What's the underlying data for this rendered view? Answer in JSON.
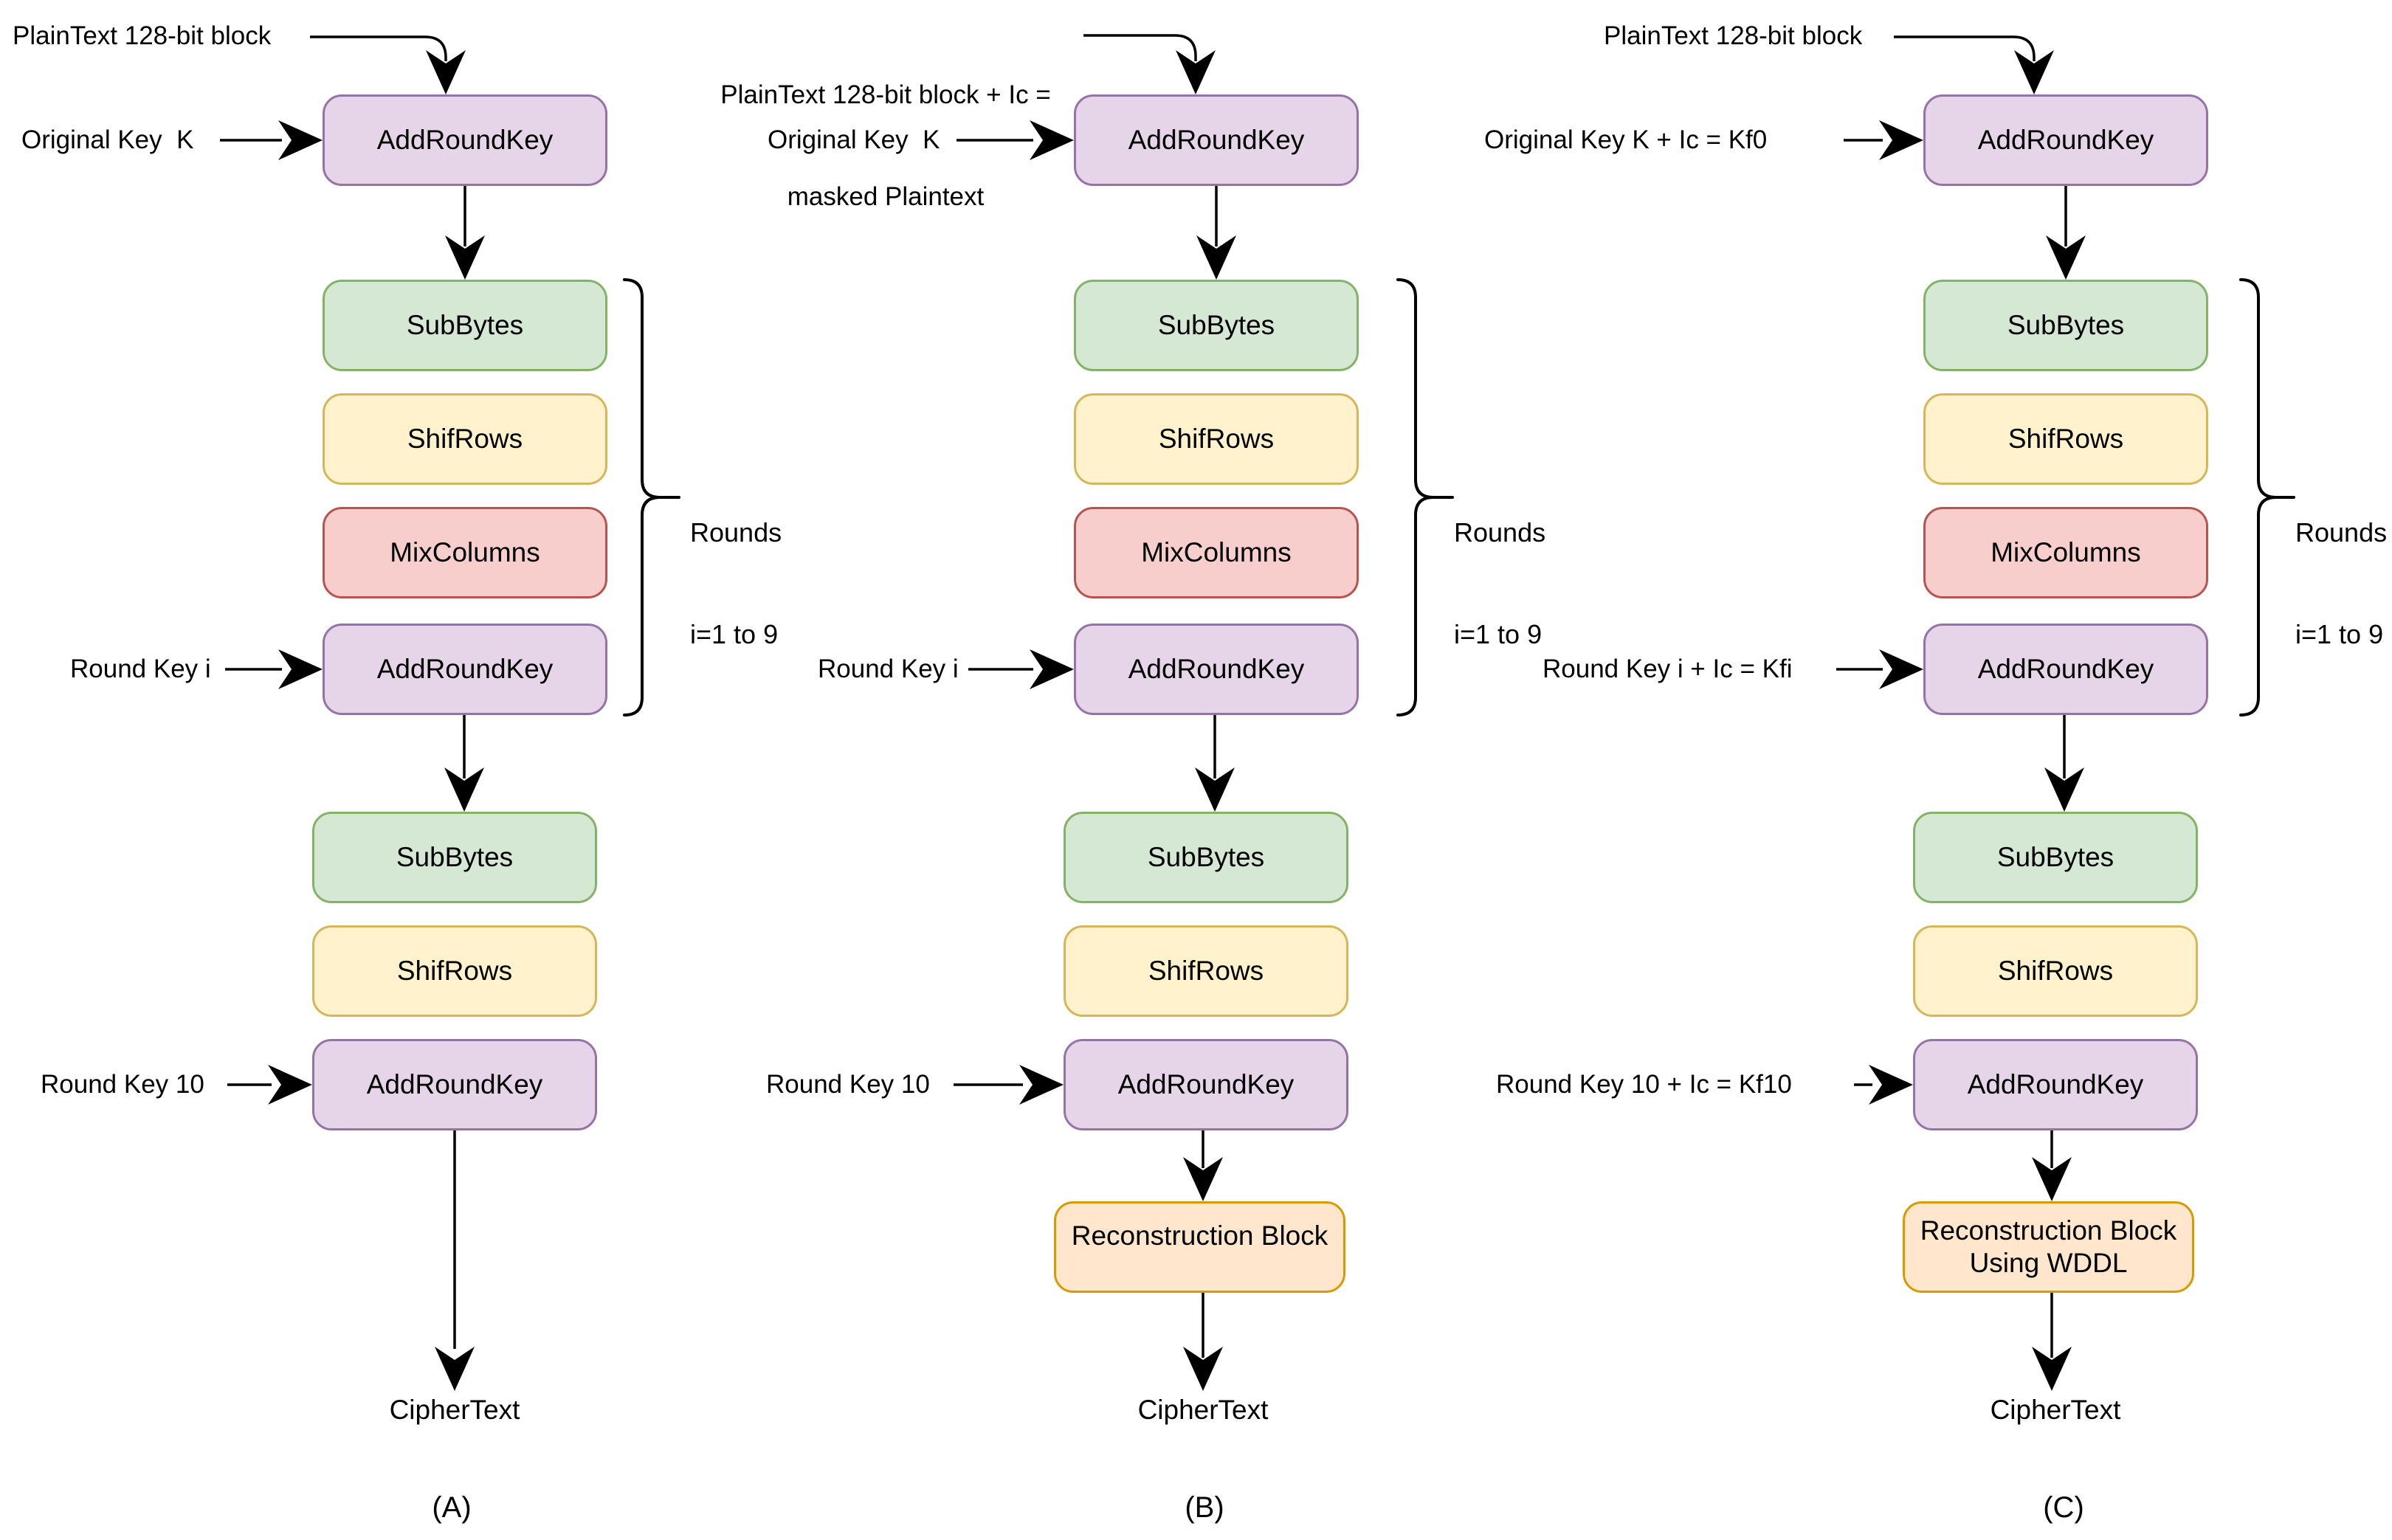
{
  "colors": {
    "add_round_key_fill": "#E6D5E8",
    "add_round_key_border": "#9673A6",
    "sub_bytes_fill": "#D5E8D4",
    "sub_bytes_border": "#82B366",
    "shift_rows_fill": "#FFF2CC",
    "shift_rows_border": "#D6B656",
    "mix_columns_fill": "#F8CECC",
    "mix_columns_border": "#B85450",
    "reconstruction_fill": "#FFE6CC",
    "reconstruction_border": "#D79B00",
    "arrow": "#000000"
  },
  "columns": {
    "a": {
      "caption": "(A)",
      "plaintext_label": "PlainText 128-bit block",
      "original_key_label": "Original Key  K",
      "round_key_i_label": "Round Key i",
      "round_key_10_label": "Round Key 10",
      "output_label": "CipherText",
      "rounds_label_line1": "Rounds",
      "rounds_label_line2": "i=1 to 9",
      "boxes": {
        "add_round_key_1": "AddRoundKey",
        "sub_bytes_1": "SubBytes",
        "shift_rows_1": "ShifRows",
        "mix_columns": "MixColumns",
        "add_round_key_2": "AddRoundKey",
        "sub_bytes_2": "SubBytes",
        "shift_rows_2": "ShifRows",
        "add_round_key_3": "AddRoundKey"
      }
    },
    "b": {
      "caption": "(B)",
      "plaintext_label_line1": "PlainText 128-bit block + Ic =",
      "plaintext_label_line2": "masked Plaintext",
      "original_key_label": "Original Key  K",
      "round_key_i_label": "Round Key i",
      "round_key_10_label": "Round Key 10",
      "reconstruction_label": "Reconstruction Block",
      "output_label": "CipherText",
      "rounds_label_line1": "Rounds",
      "rounds_label_line2": "i=1 to 9",
      "boxes": {
        "add_round_key_1": "AddRoundKey",
        "sub_bytes_1": "SubBytes",
        "shift_rows_1": "ShifRows",
        "mix_columns": "MixColumns",
        "add_round_key_2": "AddRoundKey",
        "sub_bytes_2": "SubBytes",
        "shift_rows_2": "ShifRows",
        "add_round_key_3": "AddRoundKey"
      }
    },
    "c": {
      "caption": "(C)",
      "plaintext_label": "PlainText 128-bit block",
      "original_key_label": "Original Key K + Ic = Kf0",
      "round_key_i_label": "Round Key i + Ic = Kfi",
      "round_key_10_label": "Round Key 10 + Ic = Kf10",
      "reconstruction_label_line1": "Reconstruction Block",
      "reconstruction_label_line2": "Using WDDL",
      "output_label": "CipherText",
      "rounds_label_line1": "Rounds",
      "rounds_label_line2": "i=1 to 9",
      "boxes": {
        "add_round_key_1": "AddRoundKey",
        "sub_bytes_1": "SubBytes",
        "shift_rows_1": "ShifRows",
        "mix_columns": "MixColumns",
        "add_round_key_2": "AddRoundKey",
        "sub_bytes_2": "SubBytes",
        "shift_rows_2": "ShifRows",
        "add_round_key_3": "AddRoundKey"
      }
    }
  }
}
